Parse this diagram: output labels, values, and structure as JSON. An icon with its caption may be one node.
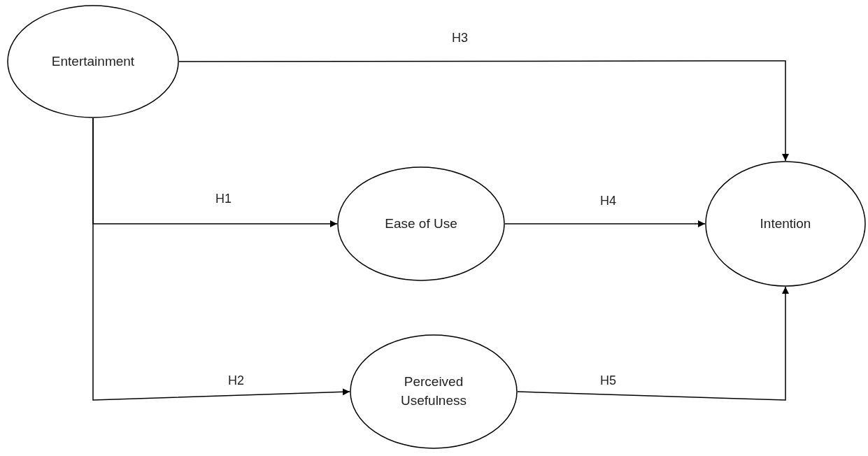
{
  "diagram": {
    "nodes": [
      {
        "text": [
          "Entertainment"
        ]
      },
      {
        "text": [
          "Ease of Use"
        ]
      },
      {
        "text": [
          "Perceived Usefulness"
        ]
      },
      {
        "text": [
          "Intention"
        ]
      }
    ],
    "edges": [
      {
        "from": 0,
        "to": 1,
        "arrow": "to",
        "label": "H1"
      },
      {
        "from": 0,
        "to": 2,
        "arrow": "to",
        "label": "H2"
      },
      {
        "from": 0,
        "to": 3,
        "arrow": "to",
        "label": "H3"
      },
      {
        "from": 1,
        "to": 3,
        "arrow": "to",
        "label": "H4"
      },
      {
        "from": 2,
        "to": 3,
        "arrow": "to",
        "label": "H5"
      }
    ]
  }
}
